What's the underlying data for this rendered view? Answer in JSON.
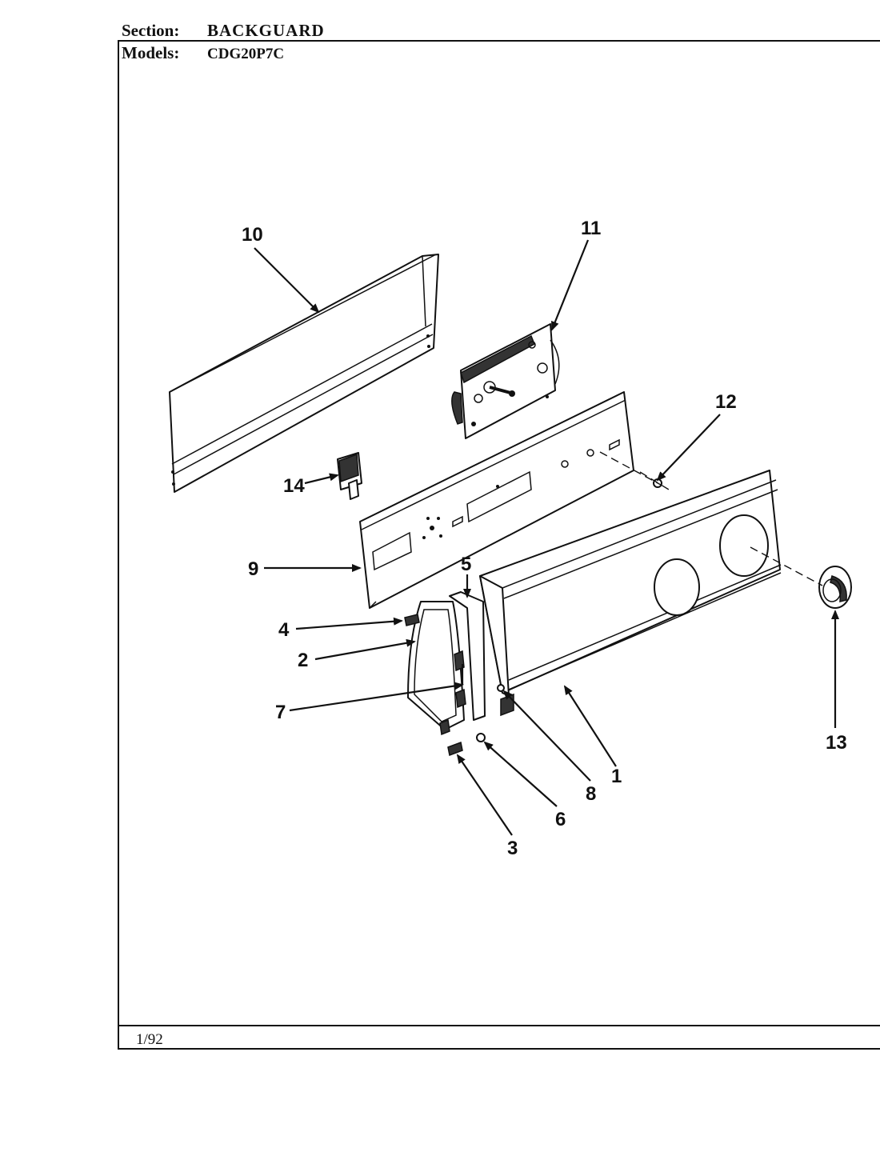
{
  "header": {
    "section_label": "Section:",
    "section_value": "BACKGUARD",
    "models_label": "Models:",
    "models_value": "CDG20P7C"
  },
  "footer": {
    "date": "1/92"
  },
  "callouts": {
    "c1": "1",
    "c2": "2",
    "c3": "3",
    "c4": "4",
    "c5": "5",
    "c6": "6",
    "c7": "7",
    "c8": "8",
    "c9": "9",
    "c10": "10",
    "c11": "11",
    "c12": "12",
    "c13": "13",
    "c14": "14"
  }
}
